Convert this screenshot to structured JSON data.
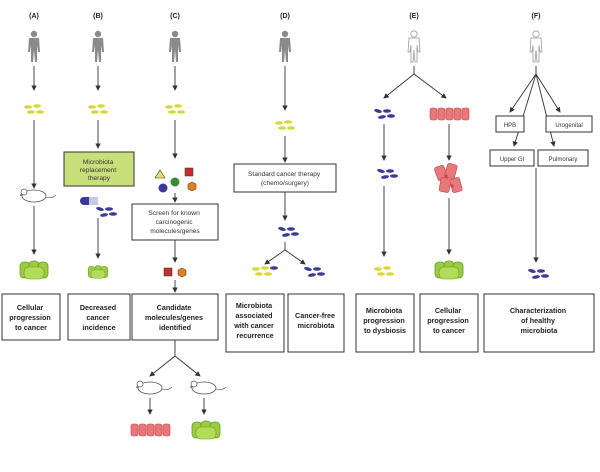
{
  "columns": [
    {
      "letter": "(A)",
      "outcome": [
        "Cellular",
        "progression",
        "to cancer"
      ]
    },
    {
      "letter": "(B)",
      "therapy": [
        "Microbiota",
        "replacement",
        "therapy"
      ],
      "outcome": [
        "Decreased",
        "cancer",
        "incidence"
      ]
    },
    {
      "letter": "(C)",
      "screen": [
        "Screen for known",
        "carcinogenic",
        "molecules/genes"
      ],
      "outcome": [
        "Candidate",
        "molecules/genes",
        "identified"
      ]
    },
    {
      "letter": "(D)",
      "therapy": [
        "Standard cancer therapy",
        "(chemo/surgery)"
      ],
      "outcome_left": [
        "Microbiota",
        "associated",
        "with cancer",
        "recurrence"
      ],
      "outcome_right": [
        "Cancer-free",
        "microbiota"
      ]
    },
    {
      "letter": "(E)",
      "outcome_left": [
        "Microbiota",
        "progression",
        "to dysbiosis"
      ],
      "outcome_right": [
        "Cellular",
        "progression",
        "to cancer"
      ]
    },
    {
      "letter": "(F)",
      "sites": [
        "HPB",
        "Urogenital",
        "Upper GI",
        "Pulmonary"
      ],
      "outcome": [
        "Characterization",
        "of healthy",
        "microbiota"
      ]
    }
  ],
  "colors": {
    "yellow": "#d8d83a",
    "blue": "#3a3a9a",
    "green": "#9acd40",
    "green_dark": "#6a9a28",
    "pink": "#e8787a",
    "pink_dark": "#c04048",
    "therapy_fill": "#c8e07a"
  }
}
